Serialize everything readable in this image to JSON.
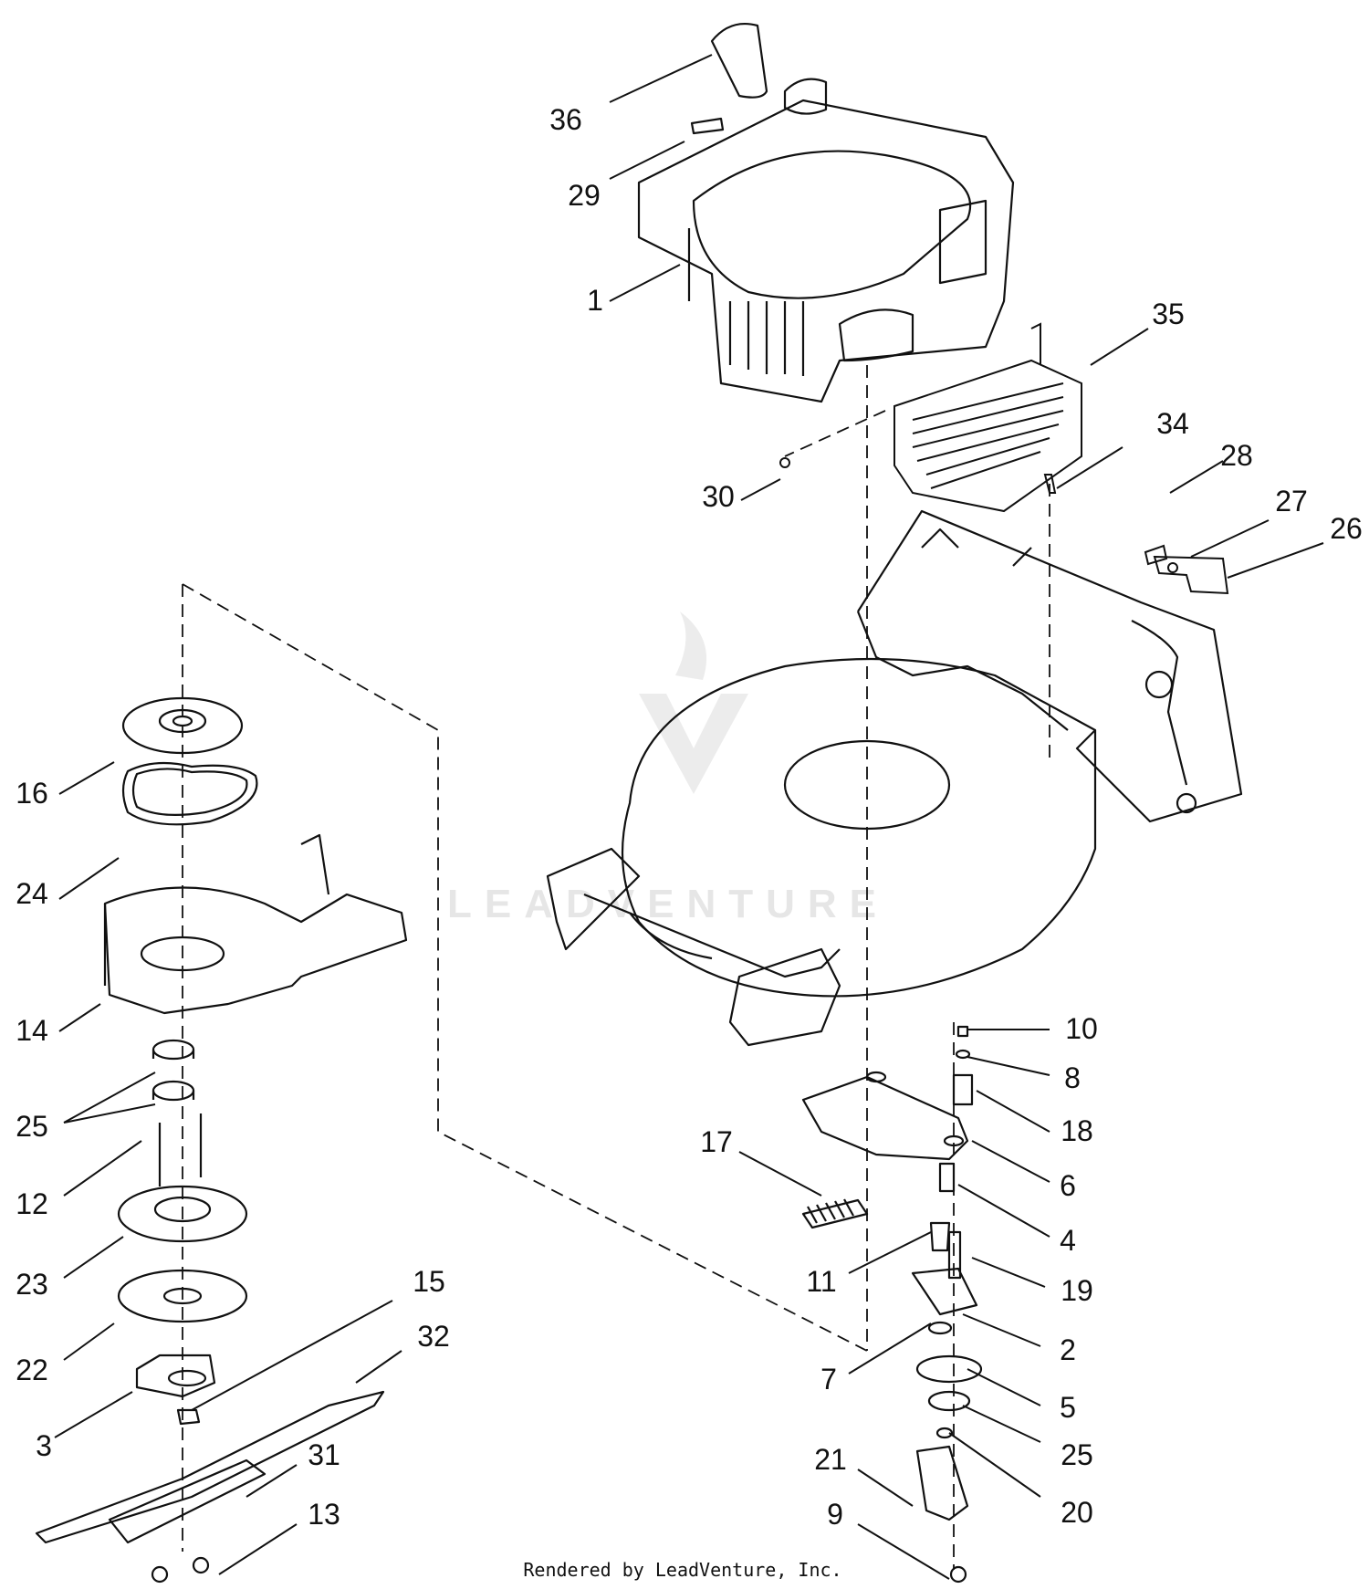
{
  "diagram": {
    "callouts": [
      "36",
      "29",
      "1",
      "35",
      "34",
      "30",
      "28",
      "27",
      "26",
      "16",
      "24",
      "14",
      "25",
      "12",
      "23",
      "22",
      "3",
      "15",
      "32",
      "31",
      "13",
      "10",
      "8",
      "18",
      "6",
      "17",
      "4",
      "11",
      "19",
      "2",
      "7",
      "5",
      "25",
      "21",
      "20",
      "9"
    ],
    "watermark": "LEADVENTURE",
    "footer": "Rendered by LeadVenture, Inc."
  },
  "colors": {
    "line": "#111111",
    "background": "#ffffff",
    "watermark": "#e6e6e6"
  }
}
